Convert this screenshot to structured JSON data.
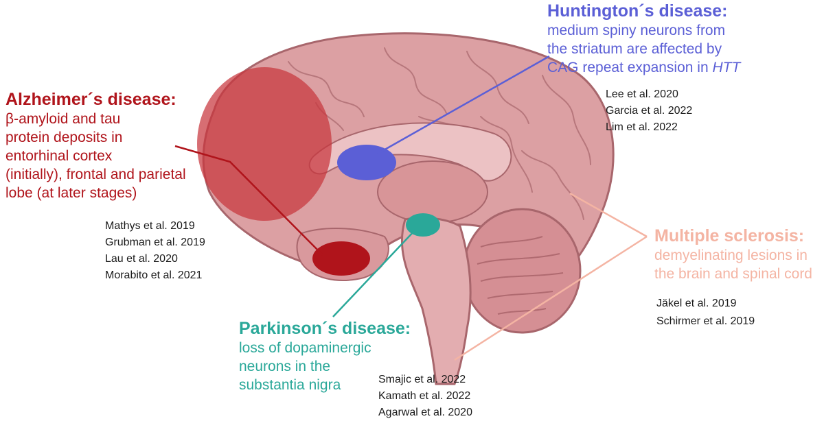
{
  "colors": {
    "alzheimer": "#b0141b",
    "huntington": "#5b5fd6",
    "parkinson": "#2aa899",
    "ms": "#f4b4a3",
    "brain_fill": "#dca0a3",
    "brain_outline": "#a8666c"
  },
  "alzheimer": {
    "title": "Alzheimer´s disease:",
    "lines": [
      "β-amyloid and tau",
      "protein deposits in",
      "entorhinal cortex",
      "(initially), frontal and parietal",
      "lobe (at later stages)"
    ],
    "refs": [
      "Mathys et al. 2019",
      "Grubman et al. 2019",
      "Lau et al. 2020",
      "Morabito et al. 2021"
    ]
  },
  "huntington": {
    "title": "Huntington´s disease:",
    "lines": [
      "medium spiny neurons from",
      "the striatum are affected by"
    ],
    "last_line_prefix": "CAG repeat expansion in ",
    "last_line_gene": "HTT",
    "refs": [
      "Lee et al. 2020",
      "Garcia et al. 2022",
      "Lim et al. 2022"
    ]
  },
  "parkinson": {
    "title": "Parkinson´s disease:",
    "lines": [
      "loss of dopaminergic",
      "neurons in the",
      "substantia nigra"
    ],
    "refs": [
      "Smajic et al. 2022",
      "Kamath et al. 2022",
      "Agarwal et al. 2020"
    ]
  },
  "ms": {
    "title": "Multiple sclerosis:",
    "lines": [
      "demyelinating lesions in",
      "the brain and spinal cord"
    ],
    "refs": [
      "Jäkel et al. 2019",
      "Schirmer et al. 2019"
    ]
  }
}
